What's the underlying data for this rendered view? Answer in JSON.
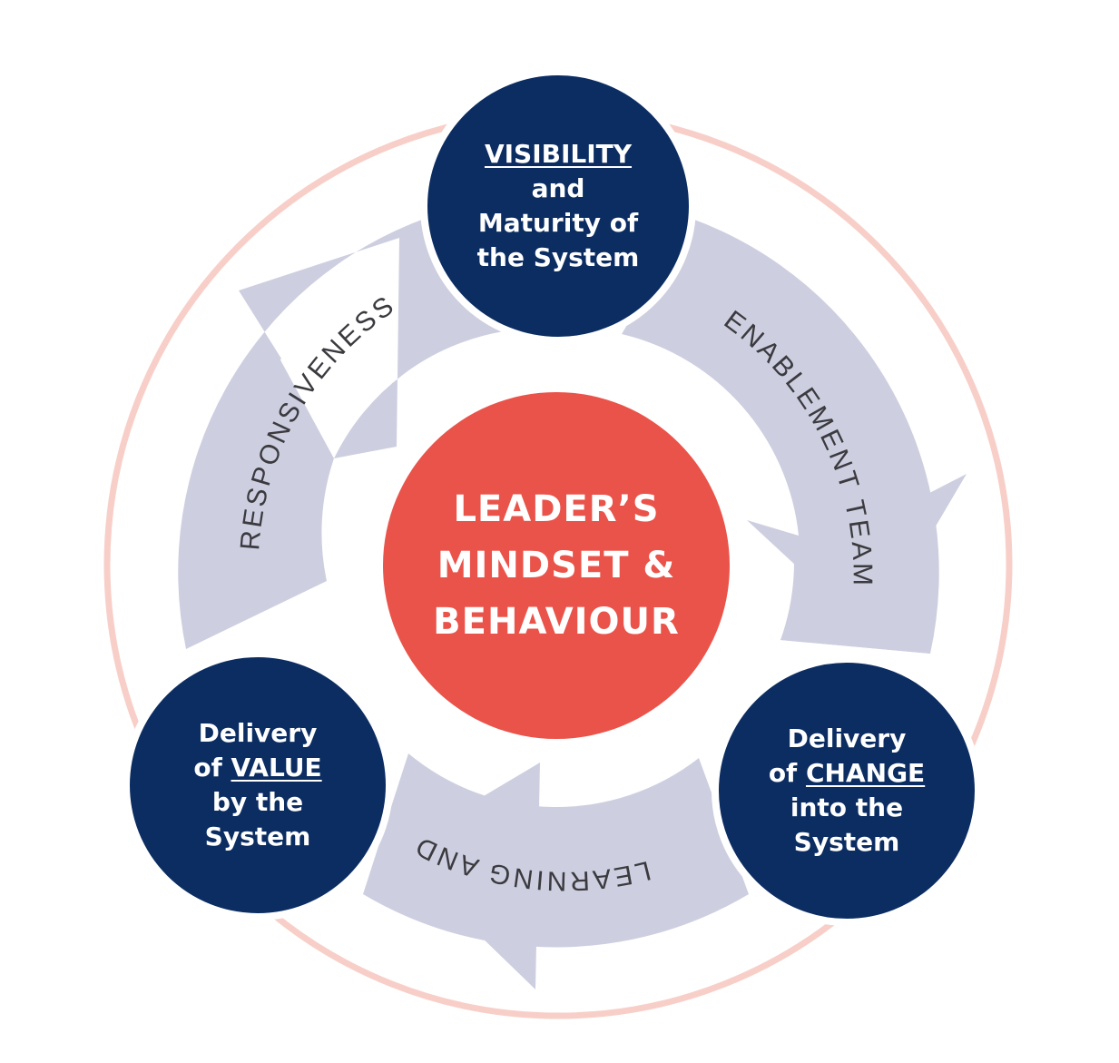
{
  "colors": {
    "outer_ring": "#f8cfc8",
    "arrows": "#cdcfe0",
    "node_fill": "#0b2d62",
    "center_fill": "#ea534a",
    "arrow_text": "#3a3a3f",
    "node_text": "#ffffff"
  },
  "center": {
    "line1": "LEADER’S",
    "line2": "MINDSET &",
    "line3": "BEHAVIOUR"
  },
  "nodes": {
    "top": {
      "line1": "VISIBILITY",
      "line2": "and",
      "line3": "Maturity of",
      "line4": "the System"
    },
    "right": {
      "line1": "Delivery",
      "line2_prefix": "of ",
      "line2_emph": "CHANGE",
      "line3": "into the",
      "line4": "System"
    },
    "left": {
      "line1": "Delivery",
      "line2_prefix": "of ",
      "line2_emph": "VALUE",
      "line3": "by the",
      "line4": "System"
    }
  },
  "arrows": {
    "left_label": "RESPONSIVENESS",
    "right_label": "ENABLEMENT TEAM",
    "bottom_label": "LEARNING AND"
  }
}
